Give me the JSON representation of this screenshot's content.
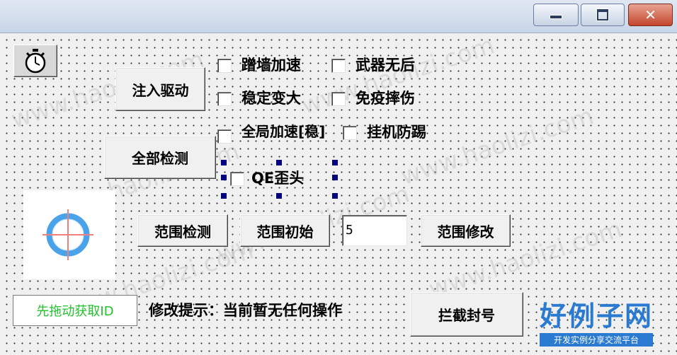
{
  "window": {
    "minimize_icon": "minimize-icon",
    "maximize_icon": "restore-icon",
    "close_icon": "close-icon"
  },
  "buttons": {
    "inject_driver": "注入驱动",
    "detect_all": "全部检测",
    "range_detect": "范围检测",
    "range_init": "范围初始",
    "range_modify": "范围修改",
    "block_ban": "拦截封号"
  },
  "checkboxes": {
    "wall_speed": "蹭墙加速",
    "weapon_no_recoil": "武器无后",
    "stable_enlarge": "稳定变大",
    "no_fall_damage": "免疫摔伤",
    "global_speed": "全局加速[稳]",
    "afk_anti_kick": "挂机防踢",
    "qe_tilt": "QE歪头"
  },
  "range_input": {
    "value": "5"
  },
  "id_label": "先拖动获取ID",
  "hint_text": "修改提示：当前暂无任何操作",
  "watermark": {
    "title": "好例子网",
    "subtitle": "开发实例分享交流平台",
    "url": "www.haolizi.com"
  },
  "colors": {
    "crosshair_ring": "#4aa3e8",
    "crosshair_line": "#f08080",
    "id_text": "#22c22c",
    "watermark_blue": "#2a7ad2"
  },
  "icons": {
    "stopwatch": "stopwatch-icon",
    "crosshair": "crosshair-icon"
  }
}
